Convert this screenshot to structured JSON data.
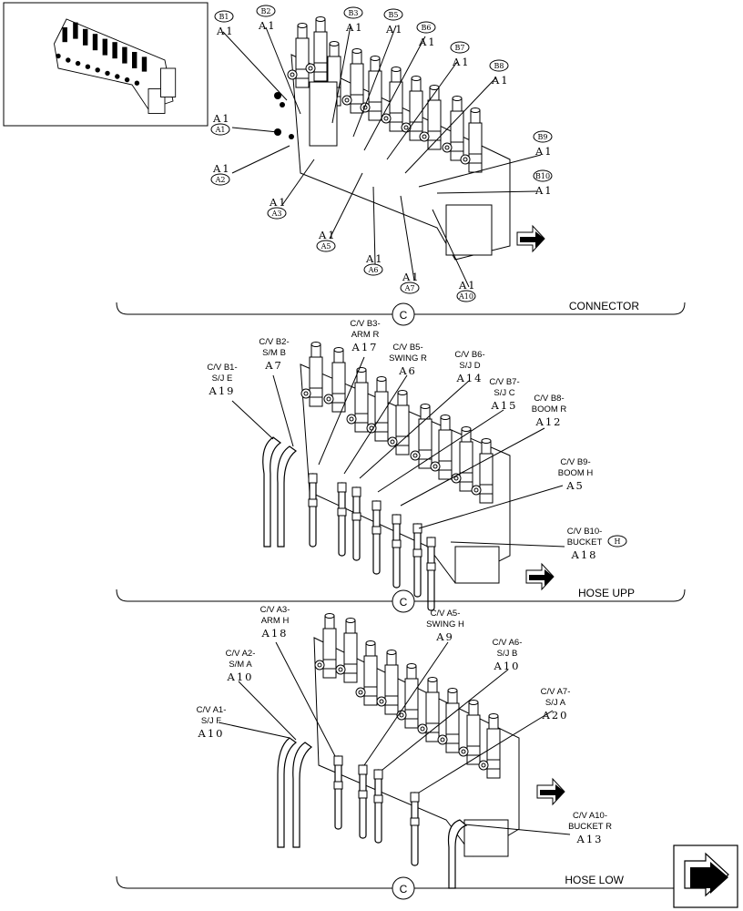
{
  "sections": [
    {
      "title": "CONNECTOR"
    },
    {
      "title": "HOSE UPP"
    },
    {
      "title": "HOSE LOW"
    }
  ],
  "connector_labels": [
    {
      "code": "A1",
      "tag": "B1"
    },
    {
      "code": "A1",
      "tag": "B2"
    },
    {
      "code": "A1",
      "tag": "B3"
    },
    {
      "code": "A1",
      "tag": "B5"
    },
    {
      "code": "A1",
      "tag": "B6"
    },
    {
      "code": "A1",
      "tag": "B7"
    },
    {
      "code": "A1",
      "tag": "B8"
    },
    {
      "code": "A1",
      "tag": "A1"
    },
    {
      "code": "A1",
      "tag": "A2"
    },
    {
      "code": "A1",
      "tag": "A3"
    },
    {
      "code": "A1",
      "tag": "A5"
    },
    {
      "code": "A1",
      "tag": "A6"
    },
    {
      "code": "A1",
      "tag": "A7"
    },
    {
      "code": "A1",
      "tag": "A10"
    },
    {
      "code": "A1",
      "tag": "B9"
    },
    {
      "code": "A1",
      "tag": "B10"
    }
  ],
  "hose_upp_labels": [
    {
      "line1": "C/V B1-",
      "line2": "S/J E",
      "code": "A19"
    },
    {
      "line1": "C/V B2-",
      "line2": "S/M B",
      "code": "A7"
    },
    {
      "line1": "C/V B3-",
      "line2": "ARM R",
      "code": "A17"
    },
    {
      "line1": "C/V B5-",
      "line2": "SWING R",
      "code": "A6"
    },
    {
      "line1": "C/V B6-",
      "line2": "S/J D",
      "code": "A14"
    },
    {
      "line1": "C/V B7-",
      "line2": "S/J C",
      "code": "A15"
    },
    {
      "line1": "C/V B8-",
      "line2": "BOOM R",
      "code": "A12"
    },
    {
      "line1": "C/V B9-",
      "line2": "BOOM H",
      "code": "A5"
    },
    {
      "line1": "C/V B10-",
      "line2": "BUCKET",
      "code": "A18",
      "tag": "H"
    }
  ],
  "hose_low_labels": [
    {
      "line1": "C/V A3-",
      "line2": "ARM H",
      "code": "A18"
    },
    {
      "line1": "C/V A5-",
      "line2": "SWING H",
      "code": "A9"
    },
    {
      "line1": "C/V A2-",
      "line2": "S/M A",
      "code": "A10"
    },
    {
      "line1": "C/V A6-",
      "line2": "S/J B",
      "code": "A10"
    },
    {
      "line1": "C/V A1-",
      "line2": "S/J F",
      "code": "A10"
    },
    {
      "line1": "C/V A7-",
      "line2": "S/J A",
      "code": "A20"
    },
    {
      "line1": "C/V A10-",
      "line2": "BUCKET R",
      "code": "A13"
    }
  ],
  "section_marker": "C"
}
